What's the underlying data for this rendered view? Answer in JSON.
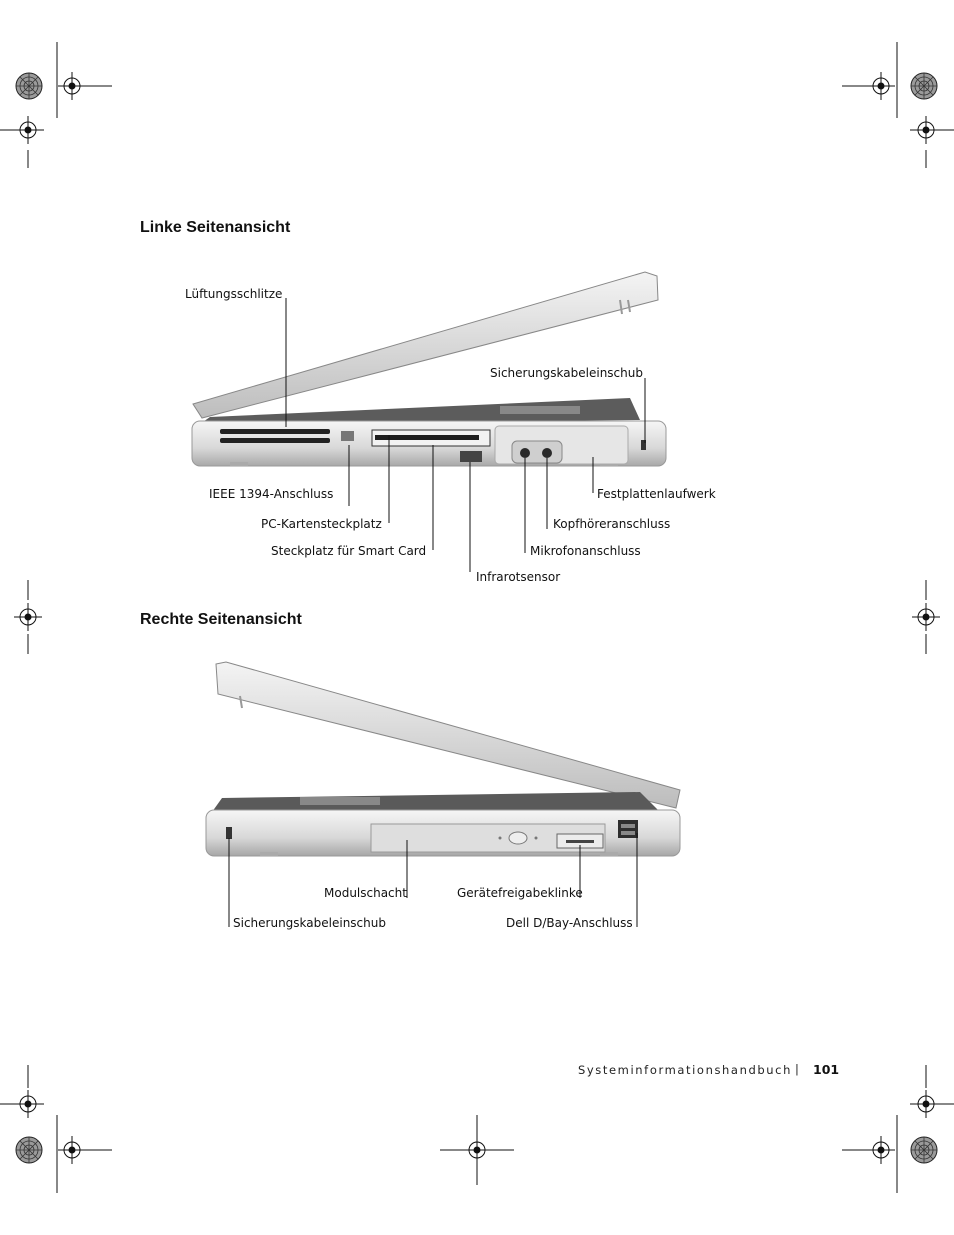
{
  "sections": {
    "left": {
      "title": "Linke Seitenansicht"
    },
    "right": {
      "title": "Rechte Seitenansicht"
    }
  },
  "left_callouts": {
    "vents": "Lüftungsschlitze",
    "security_slot": "Sicherungskabeleinschub",
    "ieee1394": "IEEE 1394-Anschluss",
    "hard_drive": "Festplattenlaufwerk",
    "pc_card": "PC-Kartensteckplatz",
    "headphone": "Kopfhöreranschluss",
    "smart_card": "Steckplatz für Smart Card",
    "microphone": "Mikrofonanschluss",
    "infrared": "Infrarotsensor"
  },
  "right_callouts": {
    "module_bay": "Modulschacht",
    "device_latch": "Gerätefreigabeklinke",
    "security_slot": "Sicherungskabeleinschub",
    "dbay": "Dell D/Bay-Anschluss"
  },
  "footer": {
    "title": "Systeminformationshandbuch",
    "separator": "|",
    "page_number": "101"
  }
}
